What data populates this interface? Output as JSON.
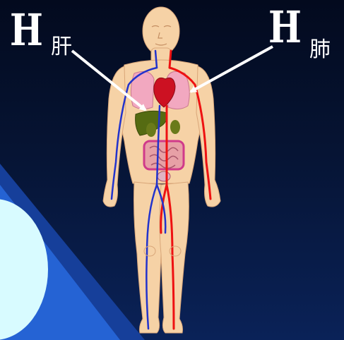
{
  "labels": {
    "left_symbol": "H",
    "right_symbol": "H",
    "left_organ": "肝",
    "right_organ": "肺"
  },
  "colors": {
    "background_top": "#030a1e",
    "background_bottom": "#0a2258",
    "skin": "#f6d2a6",
    "artery": "#ee1111",
    "vein": "#2233cc",
    "liver": "#556b12",
    "lung": "#f2a8c0",
    "heart": "#cc1122",
    "intestine": "#e7a0a6",
    "decor_stripe": "#1e56c8",
    "decor_oval": "#d8fbff"
  }
}
